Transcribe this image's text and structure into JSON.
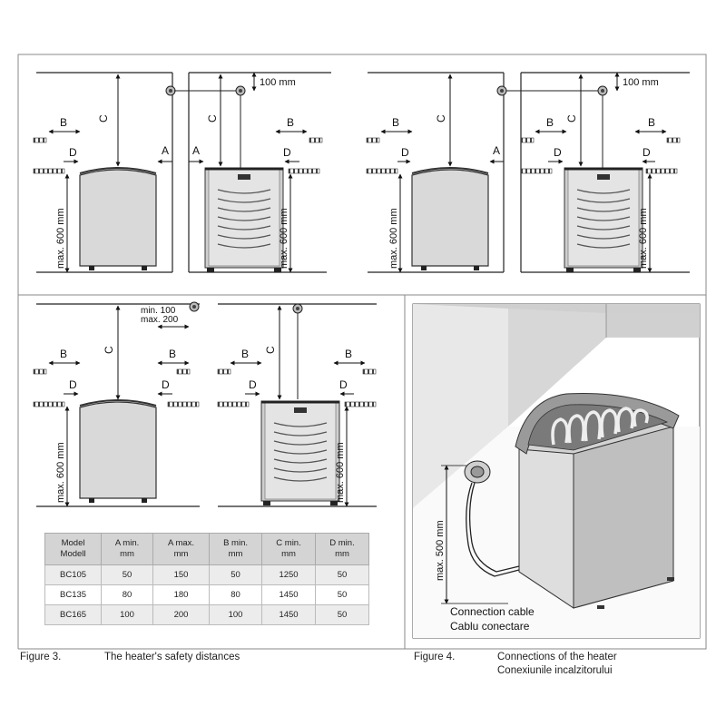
{
  "labels": {
    "a": "A",
    "b": "B",
    "c": "C",
    "d": "D",
    "max600": "max. 600 mm",
    "mm100": "100 mm",
    "min100": "min. 100",
    "max200": "max. 200",
    "max500": "max. 500 mm",
    "cable_en": "Connection   cable",
    "cable_ro": "Cablu conectare"
  },
  "table": {
    "headers": [
      [
        "Model",
        "Modell"
      ],
      [
        "A min.",
        "mm"
      ],
      [
        "A max.",
        "mm"
      ],
      [
        "B min.",
        "mm"
      ],
      [
        "C min.",
        "mm"
      ],
      [
        "D min.",
        "mm"
      ]
    ],
    "rows": [
      [
        "BC105",
        "50",
        "150",
        "50",
        "1250",
        "50"
      ],
      [
        "BC135",
        "80",
        "180",
        "80",
        "1450",
        "50"
      ],
      [
        "BC165",
        "100",
        "200",
        "100",
        "1450",
        "50"
      ]
    ]
  },
  "captions": {
    "fig3_num": "Figure 3.",
    "fig3_title": "The heater's safety distances",
    "fig4_num": "Figure 4.",
    "fig4_title_en": "Connections of the heater",
    "fig4_title_ro": "Conexiunile incalzitorului"
  }
}
